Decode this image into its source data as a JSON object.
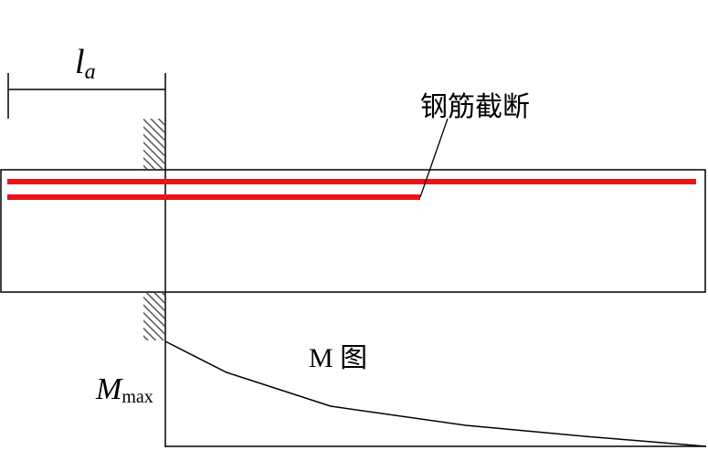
{
  "labels": {
    "anchorage_length_symbol": "l",
    "anchorage_length_subscript": "a",
    "rebar_cutoff": "钢筋截断",
    "moment_diagram": "M 图",
    "moment_max_symbol": "M",
    "moment_max_subscript": "max"
  },
  "colors": {
    "rebar": "#e8141a",
    "outline": "#000000",
    "hatch": "#555555"
  }
}
